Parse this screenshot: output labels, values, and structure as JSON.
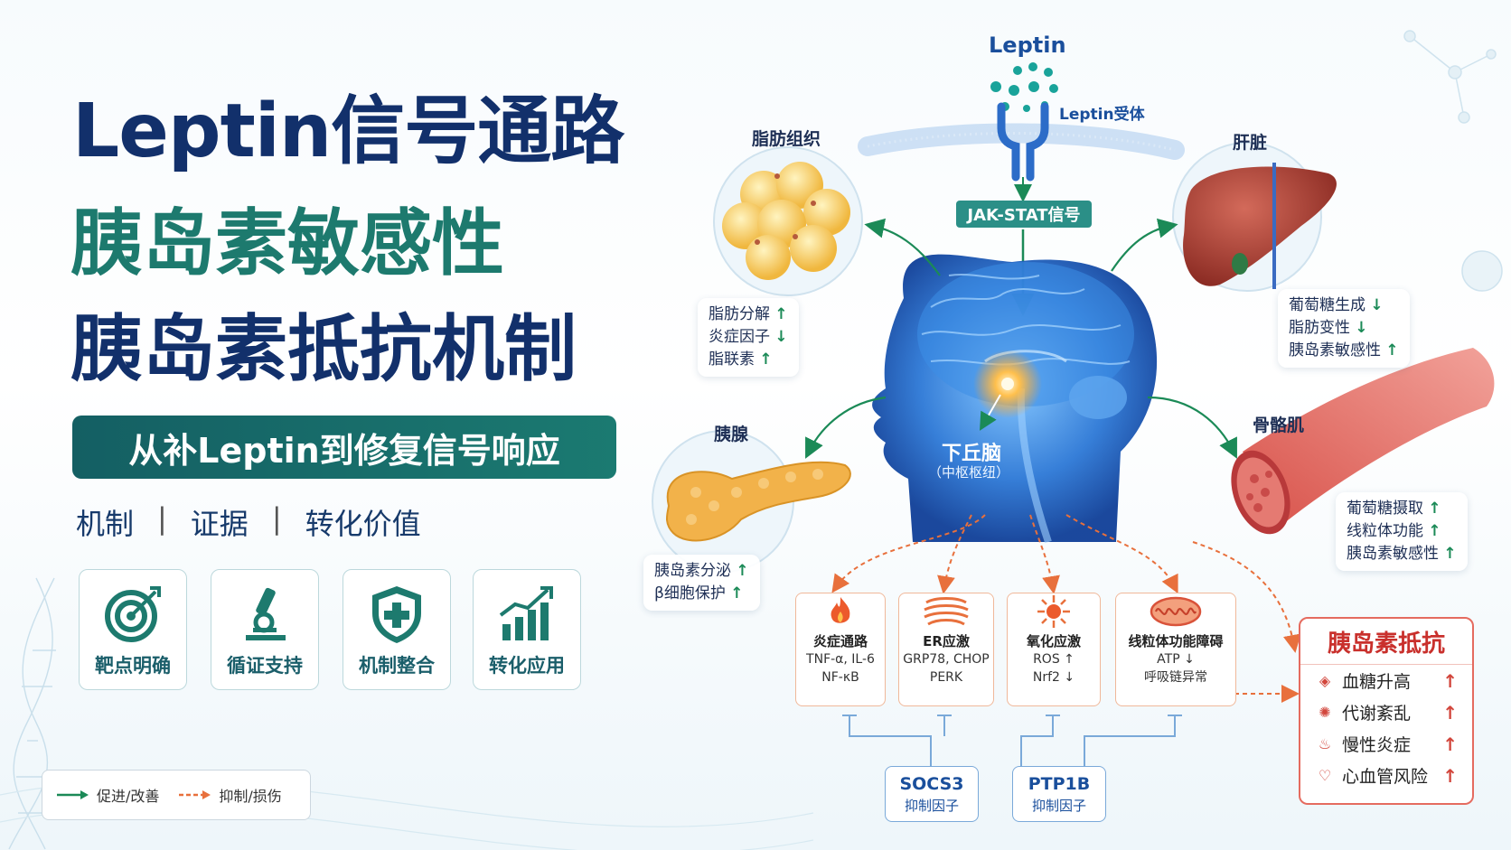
{
  "title": {
    "line1": "Leptin信号通路",
    "line2": "胰岛素敏感性",
    "line3": "胰岛素抵抗机制"
  },
  "banner": "从补Leptin到修复信号响应",
  "tagline": [
    "机制",
    "证据",
    "转化价值"
  ],
  "tagline_sep": "|",
  "features": [
    {
      "label": "靶点明确",
      "icon": "target-icon"
    },
    {
      "label": "循证支持",
      "icon": "microscope-icon"
    },
    {
      "label": "机制整合",
      "icon": "shield-plus-icon"
    },
    {
      "label": "转化应用",
      "icon": "growth-chart-icon"
    }
  ],
  "legend": {
    "promote": "促进/改善",
    "inhibit": "抑制/损伤"
  },
  "diagram": {
    "leptin": "Leptin",
    "receptor": "Leptin受体",
    "jak_stat": "JAK-STAT信号",
    "hypothalamus": "下丘脑",
    "hypothalamus_sub": "（中枢枢纽）",
    "organs": {
      "adipose": {
        "name": "脂肪组织",
        "effects": [
          {
            "text": "脂肪分解",
            "dir": "↑"
          },
          {
            "text": "炎症因子",
            "dir": "↓"
          },
          {
            "text": "脂联素",
            "dir": "↑"
          }
        ]
      },
      "liver": {
        "name": "肝脏",
        "effects": [
          {
            "text": "葡萄糖生成",
            "dir": "↓"
          },
          {
            "text": "脂肪变性",
            "dir": "↓"
          },
          {
            "text": "胰岛素敏感性",
            "dir": "↑"
          }
        ]
      },
      "pancreas": {
        "name": "胰腺",
        "effects": [
          {
            "text": "胰岛素分泌",
            "dir": "↑"
          },
          {
            "text": "β细胞保护",
            "dir": "↑"
          }
        ]
      },
      "muscle": {
        "name": "骨骼肌",
        "effects": [
          {
            "text": "葡萄糖摄取",
            "dir": "↑"
          },
          {
            "text": "线粒体功能",
            "dir": "↑"
          },
          {
            "text": "胰岛素敏感性",
            "dir": "↑"
          }
        ]
      }
    },
    "mechanisms": [
      {
        "title": "炎症通路",
        "l1": "TNF-α, IL-6",
        "l2": "NF-κB",
        "icon": "flame-icon"
      },
      {
        "title": "ER应激",
        "l1": "GRP78, CHOP",
        "l2": "PERK",
        "icon": "er-icon"
      },
      {
        "title": "氧化应激",
        "l1": "ROS ↑",
        "l2": "Nrf2 ↓",
        "icon": "oxidative-burst-icon"
      },
      {
        "title": "线粒体功能障碍",
        "l1": "ATP ↓",
        "l2": "呼吸链异常",
        "icon": "mitochondria-icon"
      }
    ],
    "inhibitors": [
      {
        "name": "SOCS3",
        "sub": "抑制因子"
      },
      {
        "name": "PTP1B",
        "sub": "抑制因子"
      }
    ],
    "resistance": {
      "title": "胰岛素抵抗",
      "items": [
        {
          "text": "血糖升高",
          "dir": "↑",
          "icon": "blood-drop-icon"
        },
        {
          "text": "代谢紊乱",
          "dir": "↑",
          "icon": "metabolism-icon"
        },
        {
          "text": "慢性炎症",
          "dir": "↑",
          "icon": "flame-icon"
        },
        {
          "text": "心血管风险",
          "dir": "↑",
          "icon": "heart-icon"
        }
      ]
    }
  },
  "colors": {
    "navy": "#12306b",
    "teal": "#1d7a6e",
    "green_arrow": "#1b8a57",
    "orange_arrow": "#e8703c",
    "red": "#c9302c",
    "blue": "#1a4f9c"
  }
}
